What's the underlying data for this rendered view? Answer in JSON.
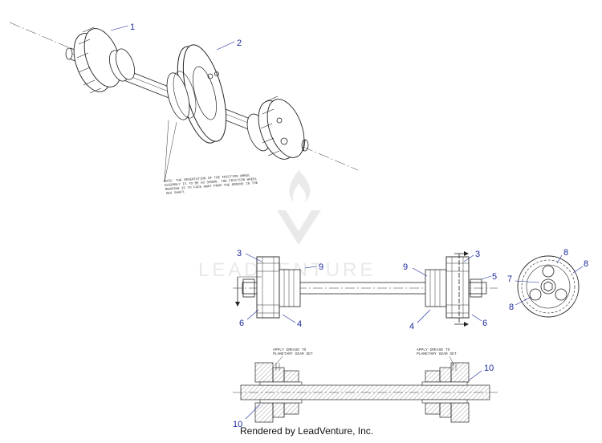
{
  "callouts": {
    "c1": "1",
    "c2": "2",
    "c3a": "3",
    "c3b": "3",
    "c4a": "4",
    "c4b": "4",
    "c5": "5",
    "c6a": "6",
    "c6b": "6",
    "c7": "7",
    "c8a": "8",
    "c8b": "8",
    "c8c": "8",
    "c9a": "9",
    "c9b": "9",
    "c10a": "10",
    "c10b": "10"
  },
  "note": {
    "line1": "NOTE: THE ORIENTATION OF THE FRICTION WHEEL",
    "line2": "ASSEMBLY IS TO BE AS SHOWN. THE FRICTION WHEEL",
    "line3": "BEARING IS TO FACE AWAY FROM THE GROOVE IN THE",
    "line4": "HEX SHAFT."
  },
  "grease_left": {
    "line1": "APPLY GREASE TO",
    "line2": "PLANETARY GEAR SET"
  },
  "grease_right": {
    "line1": "APPLY GREASE TO",
    "line2": "PLANETARY GEAR SET"
  },
  "watermark": "LEADVENTURE",
  "footer": "Rendered by LeadVenture, Inc."
}
